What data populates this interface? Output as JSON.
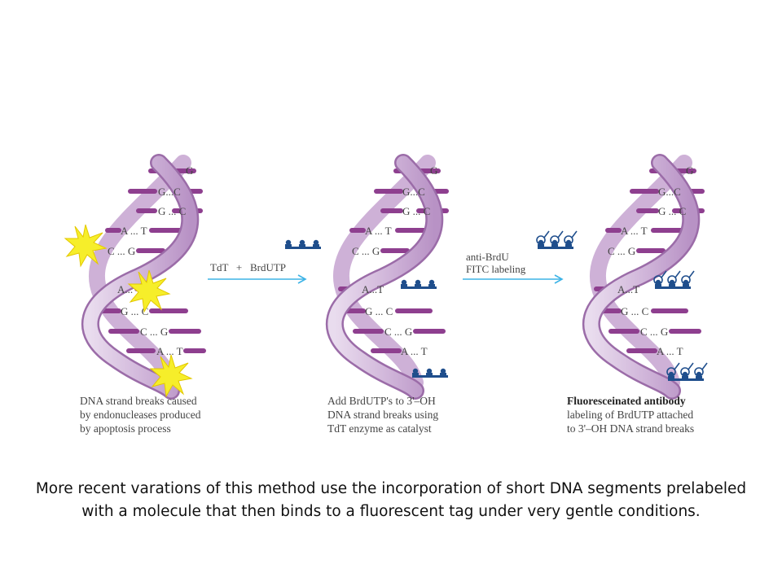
{
  "panels": [
    {
      "pairs": [
        "G",
        "G...C",
        "G ... C",
        "A ... T",
        "C ... G",
        "A...",
        "G ... C",
        "C ... G",
        "A ... T"
      ],
      "caption": [
        "DNA strand breaks caused",
        "by endonucleases produced",
        "by apoptosis process"
      ]
    },
    {
      "pairs": [
        "G",
        "G...C",
        "G ... C",
        "A ... T",
        "C ... G",
        "A...T",
        "G ... C",
        "C ... G",
        "A ... T"
      ],
      "caption": [
        "Add BrdUTP's to 3'–OH",
        "DNA strand breaks using",
        "TdT enzyme as catalyst"
      ]
    },
    {
      "pairs": [
        "G",
        "G...C",
        "G ... C",
        "A ... T",
        "C ... G",
        "A...T",
        "G ... C",
        "C ... G",
        "A ... T"
      ],
      "caption_bold": "Fluoresceinated antibody",
      "caption": [
        "labeling of BrdUTP attached",
        "to 3'–OH DNA strand breaks"
      ]
    }
  ],
  "arrows": [
    {
      "label_line1": "TdT   +   BrdUTP",
      "label_line2": ""
    },
    {
      "label_line1": "anti-BrdU",
      "label_line2": "FITC labeling"
    }
  ],
  "bottom_text": "More  recent varations of this method use the incorporation of short DNA segments prelabeled with a molecule that then binds to a fluorescent tag under very gentle conditions.",
  "colors": {
    "helix_light": "#d9c3e0",
    "helix_edge": "#9b6ca8",
    "rung": "#8e3f8f",
    "arrow": "#3db3e6",
    "brdutp": "#1f4e8c",
    "starburst": "#f6ee2a",
    "starburst_edge": "#e3c800"
  }
}
